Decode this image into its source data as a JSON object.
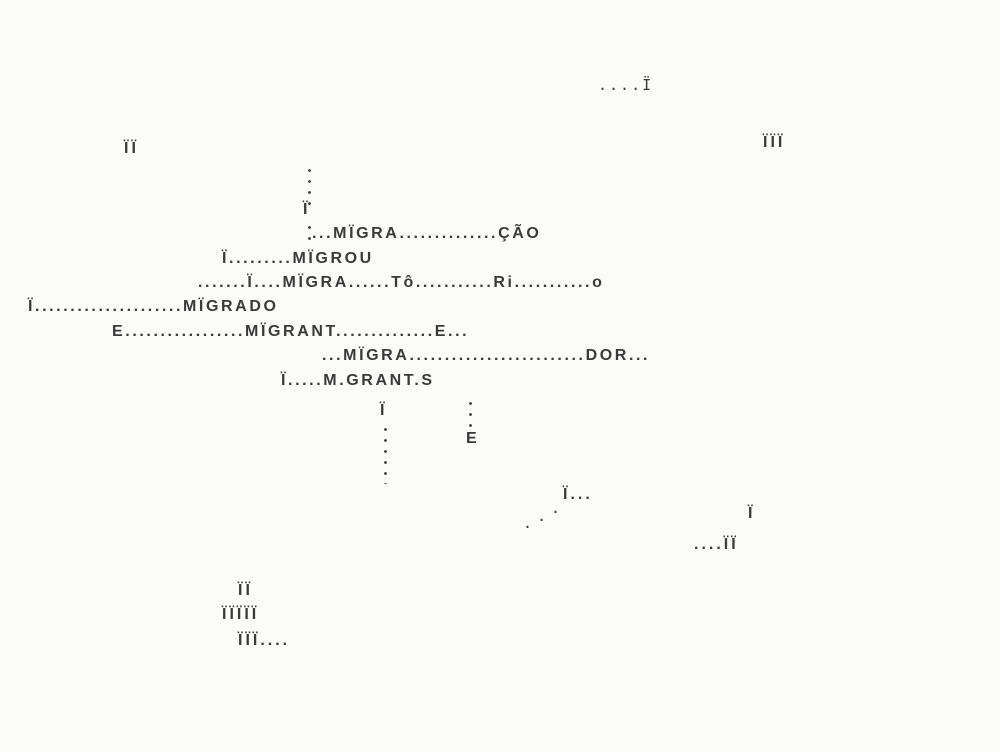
{
  "poem": {
    "top_right": "....Ï",
    "upper_left_pair": "ÏÏ",
    "upper_right_triple": "ÏÏÏ",
    "line1": "...MÏGRA..............ÇÃO",
    "line2": "Ï.........MÏGROU",
    "line3": ".......Ï....MÏGRA......Tô...........Ri...........o",
    "line4": "Ï.....................MÏGRADO",
    "line5": "E.................MÏGRANT..............E...",
    "line6": "...MÏGRA.........................DOR...",
    "line7": "Ï.....M.GRANT.S",
    "vertical_I": "Ï",
    "vertical_E": "E",
    "mid_right": "Ï...",
    "lower_right_single": "Ï",
    "lower_right_row": "....ÏÏ",
    "bottom_cluster_row1": "ÏÏ",
    "bottom_cluster_row2": "ÏÏÏÏÏ",
    "bottom_cluster_row3": "ÏÏÏ...."
  }
}
